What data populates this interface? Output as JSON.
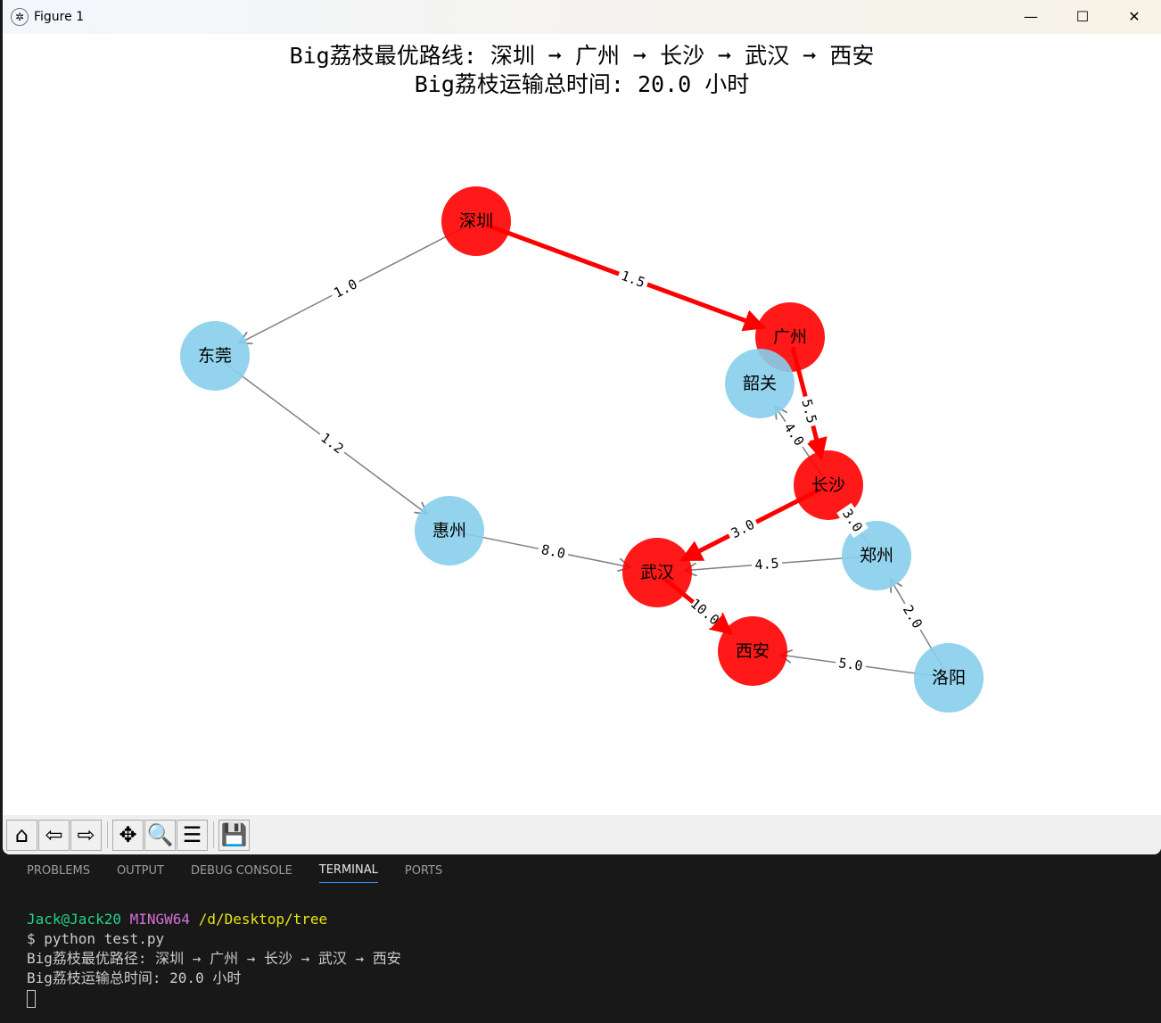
{
  "window": {
    "title": "Figure 1",
    "minimize": "—",
    "maximize": "☐",
    "close": "✕"
  },
  "figure": {
    "title_line1": "Big荔枝最优路线: 深圳 ➞ 广州 ➞ 长沙 ➞ 武汉 ➞ 西安",
    "title_line2": "Big荔枝运输总时间: 20.0 小时",
    "colors": {
      "path_node": "#ff0000",
      "other_node": "#87ceeb",
      "path_edge": "#ff0000",
      "other_edge": "#808080"
    },
    "nodes": [
      {
        "name": "深圳",
        "on_path": true
      },
      {
        "name": "东莞",
        "on_path": false
      },
      {
        "name": "广州",
        "on_path": true
      },
      {
        "name": "韶关",
        "on_path": false
      },
      {
        "name": "长沙",
        "on_path": true
      },
      {
        "name": "惠州",
        "on_path": false
      },
      {
        "name": "武汉",
        "on_path": true
      },
      {
        "name": "郑州",
        "on_path": false
      },
      {
        "name": "西安",
        "on_path": true
      },
      {
        "name": "洛阳",
        "on_path": false
      }
    ],
    "edges": [
      {
        "from": "深圳",
        "to": "东莞",
        "weight": "1.0",
        "on_path": false
      },
      {
        "from": "深圳",
        "to": "广州",
        "weight": "1.5",
        "on_path": true
      },
      {
        "from": "东莞",
        "to": "惠州",
        "weight": "1.2",
        "on_path": false
      },
      {
        "from": "广州",
        "to": "长沙",
        "weight": "5.5",
        "on_path": true
      },
      {
        "from": "长沙",
        "to": "韶关",
        "weight": "4.0",
        "on_path": false
      },
      {
        "from": "郑州",
        "to": "长沙",
        "weight": "3.0",
        "on_path": false
      },
      {
        "from": "长沙",
        "to": "武汉",
        "weight": "3.0",
        "on_path": true
      },
      {
        "from": "惠州",
        "to": "武汉",
        "weight": "8.0",
        "on_path": false
      },
      {
        "from": "郑州",
        "to": "武汉",
        "weight": "4.5",
        "on_path": false
      },
      {
        "from": "武汉",
        "to": "西安",
        "weight": "10.0",
        "on_path": true
      },
      {
        "from": "洛阳",
        "to": "郑州",
        "weight": "2.0",
        "on_path": false
      },
      {
        "from": "洛阳",
        "to": "西安",
        "weight": "5.0",
        "on_path": false
      }
    ]
  },
  "toolbar": [
    {
      "name": "home",
      "glyph": "⌂"
    },
    {
      "name": "back",
      "glyph": "⇦"
    },
    {
      "name": "forward",
      "glyph": "⇨"
    },
    {
      "name": "pan",
      "glyph": "✥"
    },
    {
      "name": "zoom",
      "glyph": "🔍"
    },
    {
      "name": "configure",
      "glyph": "☰"
    },
    {
      "name": "save",
      "glyph": "💾"
    }
  ],
  "panel": {
    "tabs": [
      "PROBLEMS",
      "OUTPUT",
      "DEBUG CONSOLE",
      "TERMINAL",
      "PORTS"
    ],
    "active_tab": "TERMINAL"
  },
  "terminal": {
    "user": "Jack@Jack20",
    "env": "MINGW64",
    "cwd": "/d/Desktop/tree",
    "command": "$ python test.py",
    "out1": "Big荔枝最优路径: 深圳 → 广州 → 长沙 → 武汉 → 西安",
    "out2": "Big荔枝运输总时间: 20.0 小时"
  }
}
